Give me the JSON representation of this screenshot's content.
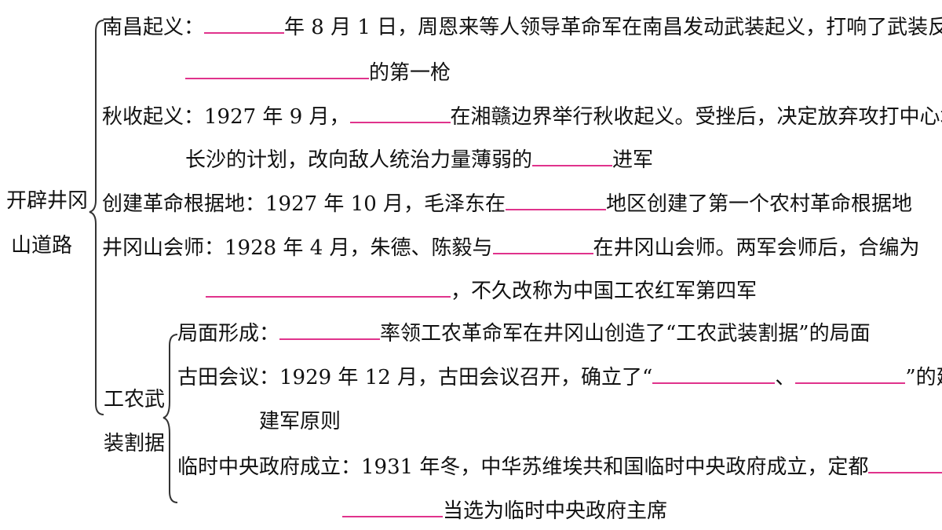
{
  "colors": {
    "text": "#111111",
    "blank_line": "#e0338c",
    "brace": "#333333"
  },
  "root": {
    "line1": "开辟井冈",
    "line2": "山道路"
  },
  "items": {
    "nanchang": {
      "label": "南昌起义：",
      "after_blank": "年 8 月 1 日，周恩来等人领导革命军在南昌发动武装起义，打响了武装反抗",
      "line2_tail": "的第一枪"
    },
    "qiushou": {
      "label": "秋收起义：1927 年 9 月，",
      "after_blank": "在湘赣边界举行秋收起义。受挫后，决定放弃攻打中心城市",
      "line2_head": "长沙的计划，改向敌人统治力量薄弱的",
      "line2_tail": "进军"
    },
    "genjudi": {
      "label": "创建革命根据地：1927 年 10 月，毛泽东在",
      "after_blank": "地区创建了第一个农村革命根据地"
    },
    "huishi": {
      "label": "井冈山会师：1928 年 4 月，朱德、陈毅与",
      "after_blank": "在井冈山会师。两军会师后，合编为",
      "line2_tail": "，不久改称为中国工农红军第四军"
    }
  },
  "subgroup": {
    "title1": "工农武",
    "title2": "装割据",
    "jumian": {
      "label": "局面形成：",
      "after_blank": "率领工农革命军在井冈山创造了“工农武装割据”的局面"
    },
    "gutian": {
      "label": "古田会议：1929 年 12 月，古田会议召开，确立了“",
      "mid": "、",
      "tail": "”的建党",
      "line2": "建军原则"
    },
    "linshi": {
      "label": "临时中央政府成立：1931 年冬，中华苏维埃共和国临时中央政府成立，定都",
      "tail": "，",
      "line2_tail": "当选为临时中央政府主席"
    }
  }
}
